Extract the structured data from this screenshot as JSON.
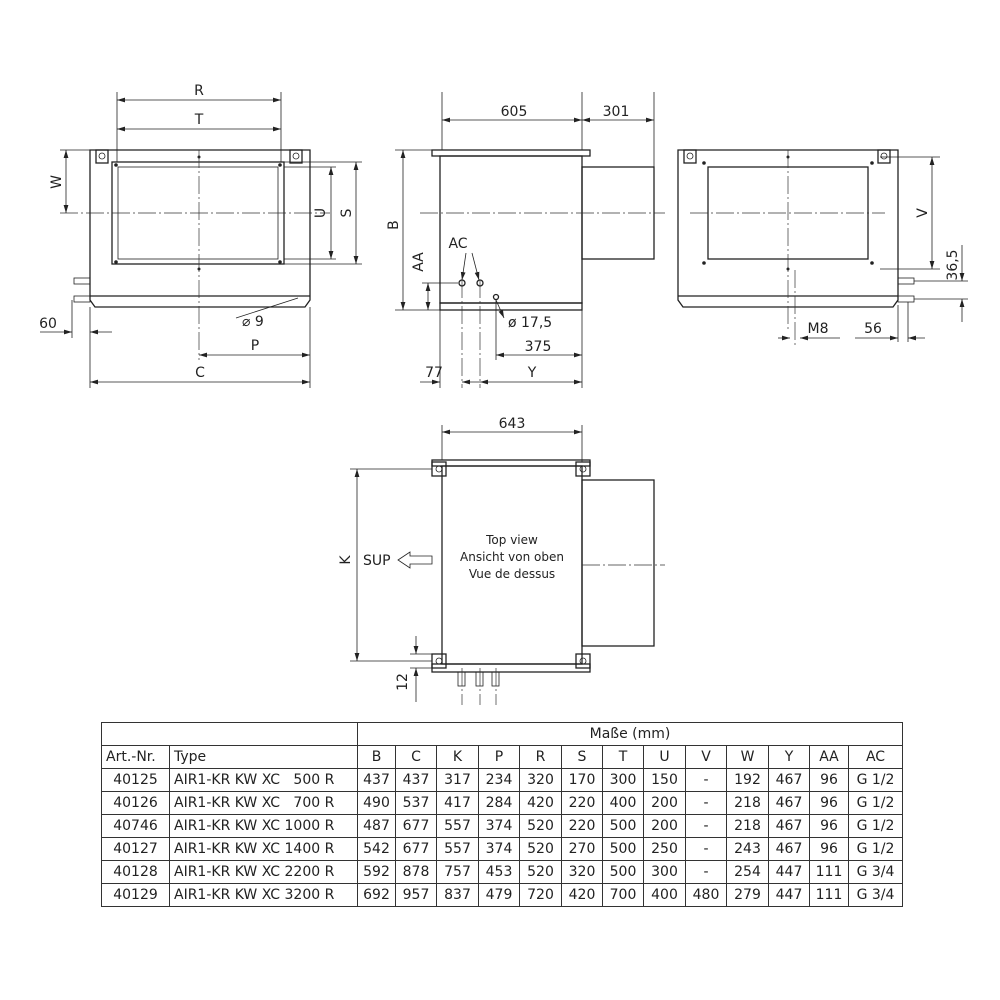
{
  "labels": {
    "R": "R",
    "T": "T",
    "W": "W",
    "U": "U",
    "S": "S",
    "dia9": "⌀ 9",
    "P": "P",
    "C": "C",
    "d60": "60",
    "d605": "605",
    "d301": "301",
    "B": "B",
    "AC": "AC",
    "AA": "AA",
    "dia175": "ø 17,5",
    "d375": "375",
    "d77": "77",
    "Y": "Y",
    "V": "V",
    "d365": "36,5",
    "M8": "M8",
    "d56": "56",
    "d643": "643",
    "K": "K",
    "SUP": "SUP",
    "d12": "12",
    "topview": [
      "Top view",
      "Ansicht von oben",
      "Vue de dessus"
    ]
  },
  "table": {
    "group_header": "Maße (mm)",
    "col_artnr": "Art.-Nr.",
    "col_type": "Type",
    "dim_headers": [
      "B",
      "C",
      "K",
      "P",
      "R",
      "S",
      "T",
      "U",
      "V",
      "W",
      "Y",
      "AA",
      "AC"
    ],
    "rows": [
      {
        "artnr": "40125",
        "type": "AIR1-KR KW XC   500 R",
        "values": [
          "437",
          "437",
          "317",
          "234",
          "320",
          "170",
          "300",
          "150",
          "-",
          "192",
          "467",
          "96",
          "G 1/2"
        ]
      },
      {
        "artnr": "40126",
        "type": "AIR1-KR KW XC   700 R",
        "values": [
          "490",
          "537",
          "417",
          "284",
          "420",
          "220",
          "400",
          "200",
          "-",
          "218",
          "467",
          "96",
          "G 1/2"
        ]
      },
      {
        "artnr": "40746",
        "type": "AIR1-KR KW XC 1000 R",
        "values": [
          "487",
          "677",
          "557",
          "374",
          "520",
          "220",
          "500",
          "200",
          "-",
          "218",
          "467",
          "96",
          "G 1/2"
        ]
      },
      {
        "artnr": "40127",
        "type": "AIR1-KR KW XC 1400 R",
        "values": [
          "542",
          "677",
          "557",
          "374",
          "520",
          "270",
          "500",
          "250",
          "-",
          "243",
          "467",
          "96",
          "G 1/2"
        ]
      },
      {
        "artnr": "40128",
        "type": "AIR1-KR KW XC 2200 R",
        "values": [
          "592",
          "878",
          "757",
          "453",
          "520",
          "320",
          "500",
          "300",
          "-",
          "254",
          "447",
          "111",
          "G 3/4"
        ]
      },
      {
        "artnr": "40129",
        "type": "AIR1-KR KW XC 3200 R",
        "values": [
          "692",
          "957",
          "837",
          "479",
          "720",
          "420",
          "700",
          "400",
          "480",
          "279",
          "447",
          "111",
          "G 3/4"
        ]
      }
    ]
  }
}
